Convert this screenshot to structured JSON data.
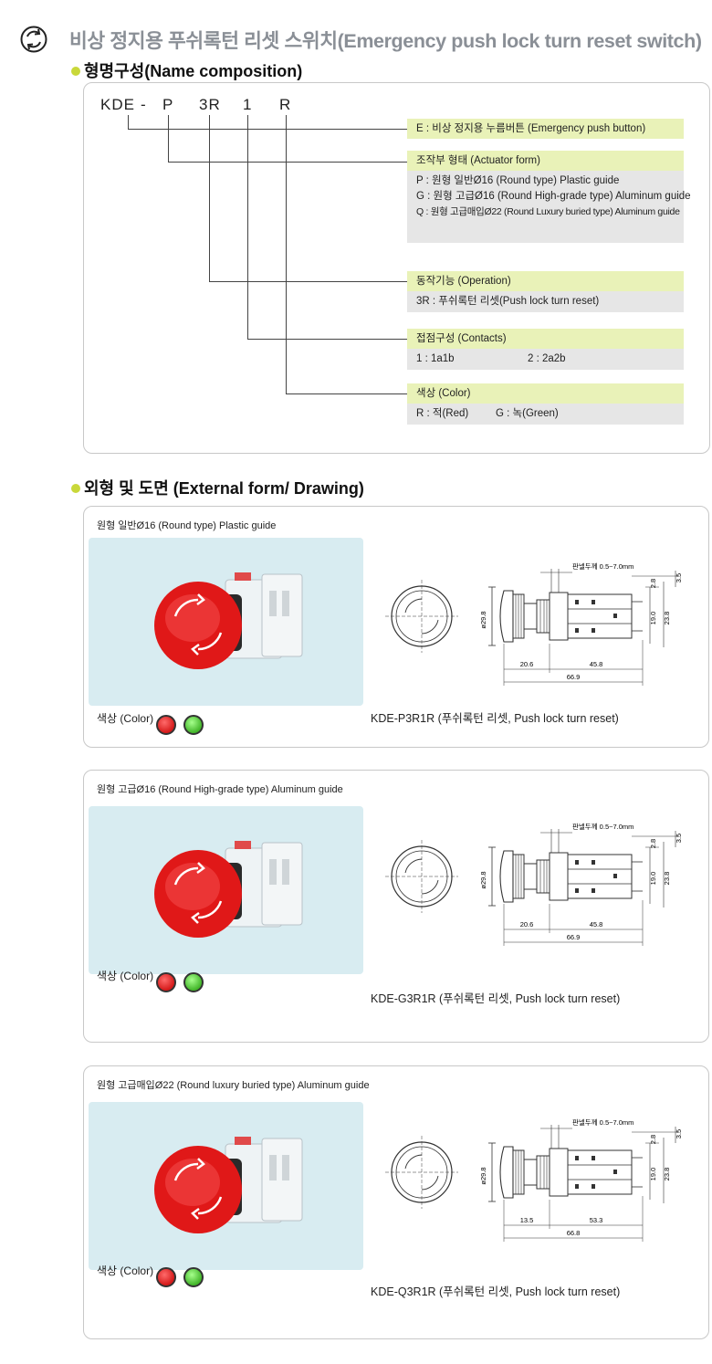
{
  "header": {
    "title": "비상 정지용 푸쉬록턴 리셋 스위치(Emergency push lock turn reset switch)",
    "icon": "rotate-arrows-icon"
  },
  "name_section": {
    "heading": "형명구성(Name composition)",
    "code_parts": [
      "KDE",
      "-",
      "P",
      "3R",
      "1",
      "R"
    ],
    "boxes": [
      {
        "header": "E : 비상 정지용 누름버튼 (Emergency push button)",
        "lines": []
      },
      {
        "header": "조작부 형태 (Actuator form)",
        "lines": [
          "P : 원형 일반Ø16 (Round type) Plastic guide",
          "G : 원형 고급Ø16 (Round High-grade type) Aluminum guide",
          "Q : 원형 고급매입Ø22 (Round Luxury buried type) Aluminum guide"
        ]
      },
      {
        "header": "동작기능 (Operation)",
        "lines": [
          "3R : 푸쉬록턴 리셋(Push lock turn reset)"
        ]
      },
      {
        "header": "접점구성 (Contacts)",
        "lines": [
          "1 : 1a1b",
          "2 : 2a2b"
        ]
      },
      {
        "header": "색상 (Color)",
        "lines": [
          "R : 적(Red)",
          "G : 녹(Green)"
        ]
      }
    ]
  },
  "drawing_section": {
    "heading": "외형 및 도면 (External form/ Drawing)",
    "color_label": "색상 (Color)",
    "colors": {
      "red": "#d51a1a",
      "green": "#43b62a",
      "panel_bg": "#d8ecf1",
      "accent": "#c9d83a"
    },
    "panels": [
      {
        "label": "원형 일반Ø16 (Round type) Plastic guide",
        "model": "KDE-P3R1R (푸쉬록턴 리셋, Push lock turn reset)",
        "dims": {
          "panel": "판넬두께 0.5~7.0mm",
          "d1": "20.6",
          "d2": "45.8",
          "total": "66.9",
          "dia": "ø29.8",
          "h1": "2.8",
          "h2": "3.5",
          "h3": "19.0",
          "h4": "23.8"
        }
      },
      {
        "label": "원형 고급Ø16 (Round High-grade type) Aluminum guide",
        "model": "KDE-G3R1R (푸쉬록턴 리셋, Push lock turn reset)",
        "dims": {
          "panel": "판넬두께 0.5~7.0mm",
          "d1": "20.6",
          "d2": "45.8",
          "total": "66.9",
          "dia": "ø29.8",
          "h1": "2.8",
          "h2": "3.5",
          "h3": "19.0",
          "h4": "23.8"
        }
      },
      {
        "label": "원형 고급매입Ø22 (Round luxury buried type) Aluminum guide",
        "model": "KDE-Q3R1R (푸쉬록턴 리셋, Push lock turn reset)",
        "dims": {
          "panel": "판넬두께 0.5~7.0mm",
          "d1": "13.5",
          "d2": "53.3",
          "total": "66.8",
          "dia": "ø29.8",
          "h1": "2.8",
          "h2": "3.5",
          "h3": "19.0",
          "h4": "23.8"
        }
      }
    ]
  }
}
